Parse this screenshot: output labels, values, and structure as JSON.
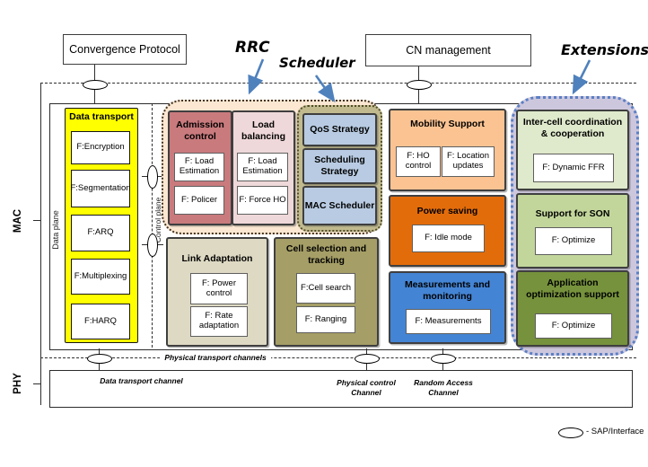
{
  "top": {
    "convergence_protocol": "Convergence Protocol",
    "cn_management": "CN management"
  },
  "annotations": {
    "rrc": "RRC",
    "scheduler": "Scheduler",
    "extensions": "Extensions"
  },
  "layers": {
    "mac": "MAC",
    "phy": "PHY"
  },
  "planes": {
    "data": "Data plane",
    "control": "Control plane"
  },
  "channels": {
    "physical_transport": "Physical transport channels",
    "data_transport": "Data transport channel",
    "physical_control": "Physical control Channel",
    "random_access": "Random Access Channel"
  },
  "data_transport": {
    "title": "Data transport",
    "functions": [
      "F:Encryption",
      "F:Segmentation",
      "F:ARQ",
      "F:Multiplexing",
      "F:HARQ"
    ]
  },
  "rrc_group": {
    "admission": {
      "title": "Admission control",
      "functions": [
        "F: Load Estimation",
        "F: Policer"
      ]
    },
    "load_balancing": {
      "title": "Load balancing",
      "functions": [
        "F: Load Estimation",
        "F: Force HO"
      ]
    },
    "scheduler": {
      "boxes": [
        "QoS Strategy",
        "Scheduling Strategy",
        "MAC Scheduler"
      ]
    }
  },
  "control_blocks": {
    "link_adaptation": {
      "title": "Link Adaptation",
      "functions": [
        "F: Power control",
        "F: Rate adaptation"
      ]
    },
    "cell_selection": {
      "title": "Cell selection and tracking",
      "functions": [
        "F:Cell search",
        "F: Ranging"
      ]
    },
    "mobility": {
      "title": "Mobility Support",
      "functions": [
        "F: HO control",
        "F: Location updates"
      ]
    },
    "power_saving": {
      "title": "Power saving",
      "functions": [
        "F: Idle mode"
      ]
    },
    "measurements": {
      "title": "Measurements and monitoring",
      "functions": [
        "F: Measurements"
      ]
    }
  },
  "extensions_group": {
    "inter_cell": {
      "title": "Inter-cell coordination & cooperation",
      "functions": [
        "F: Dynamic FFR"
      ]
    },
    "son": {
      "title": "Support for SON",
      "functions": [
        "F: Optimize"
      ]
    },
    "app_opt": {
      "title": "Application optimization support",
      "functions": [
        "F: Optimize"
      ]
    }
  },
  "legend": {
    "sap": "- SAP/Interface"
  },
  "colors": {
    "admission": "#c97a7d",
    "load_balancing": "#efd8d9",
    "scheduler_box": "#b8cbe2",
    "rrc_fill": "#fbe7d2",
    "scheduler_fill": "#c1ba8e",
    "mobility": "#fbc392",
    "power_saving": "#e36c0a",
    "measurements": "#4484d4",
    "inter_cell": "#dfe9cb",
    "son": "#c2d69b",
    "app_opt": "#76923c",
    "link_adaptation": "#ddd9c3",
    "cell_selection": "#a59e66",
    "extensions_fill": "#cdc7dd",
    "extensions_border": "#5b7fc4",
    "data_transport": "#ffff00",
    "arrow": "#4f81bd"
  }
}
